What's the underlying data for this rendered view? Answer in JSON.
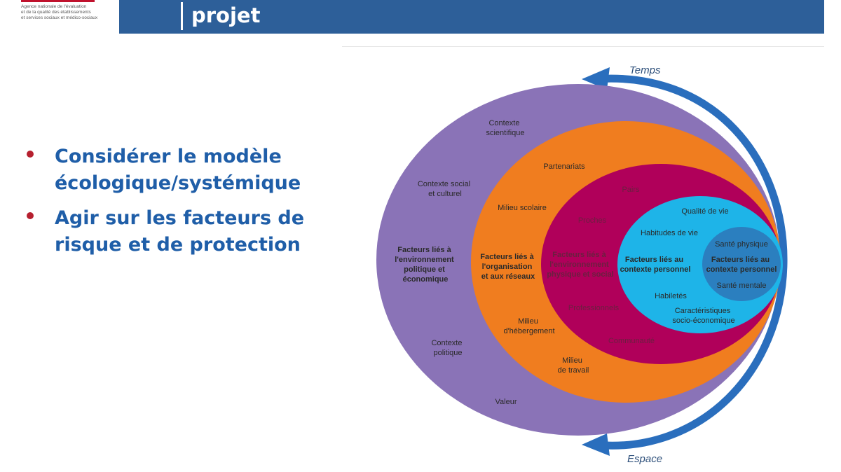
{
  "header": {
    "title": "projet",
    "logo_tagline": [
      "Agence nationale de l'évaluation",
      "et de la qualité des établissements",
      "et services sociaux et médico-sociaux"
    ]
  },
  "bullets": [
    "Considérer le modèle écologique/systémique",
    "Agir sur les facteurs de risque et de protection"
  ],
  "diagram": {
    "axis_top": "Temps",
    "axis_bottom": "Espace",
    "colors": {
      "purple": "#8a73b7",
      "orange": "#f07d1f",
      "crimson": "#b0005a",
      "light_blue": "#1eb4e8",
      "dark_blue": "#2b7fbf",
      "arrow": "#2a6ebd"
    },
    "purple_ring": {
      "contexte_scientifique": [
        "Contexte",
        "scientifique"
      ],
      "contexte_social": [
        "Contexte social",
        "et culturel"
      ],
      "facteurs_env_politique": [
        "Facteurs liés à",
        "l'environnement",
        "politique et",
        "économique"
      ],
      "contexte_politique": [
        "Contexte",
        "politique"
      ],
      "valeur": "Valeur"
    },
    "orange_ring": {
      "partenariats": "Partenariats",
      "milieu_scolaire": "Milieu scolaire",
      "facteurs_organisation": [
        "Facteurs liés à",
        "l'organisation",
        "et aux réseaux"
      ],
      "milieu_hebergement": [
        "Milieu",
        "d'hébergement"
      ],
      "milieu_travail": [
        "Milieu",
        "de travail"
      ]
    },
    "crimson_ring": {
      "pairs": "Pairs",
      "proches": "Proches",
      "facteurs_env_physique": [
        "Facteurs liés à",
        "l'environnement",
        "physique et social"
      ],
      "professionnels": "Professionnels",
      "communaute": "Communauté"
    },
    "light_blue_ring": {
      "qualite_vie": "Qualité de vie",
      "habitudes_vie": "Habitudes de vie",
      "facteurs_contexte": [
        "Facteurs liés au",
        "contexte personnel"
      ],
      "habiletes": "Habiletés",
      "caracteristiques": [
        "Caractéristiques",
        "socio-économique"
      ]
    },
    "core": {
      "sante_physique": "Santé physique",
      "facteurs_contexte": [
        "Facteurs liés au",
        "contexte personnel"
      ],
      "sante_mentale": "Santé mentale"
    }
  }
}
